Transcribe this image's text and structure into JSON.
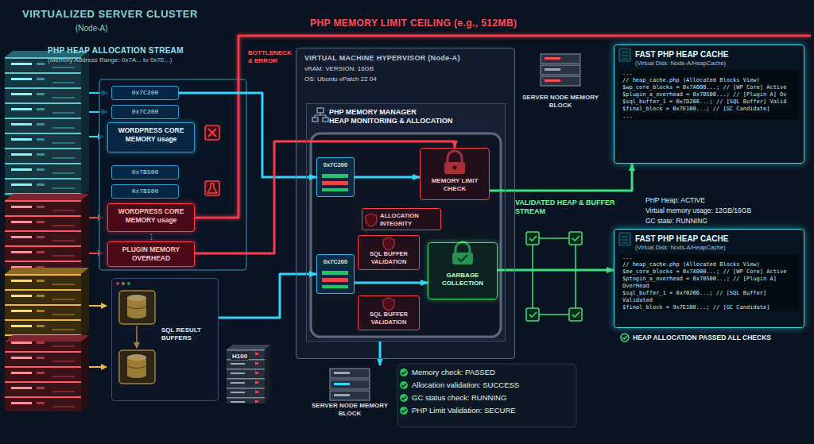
{
  "diagram": {
    "title": "VIRTUALIZED SERVER CLUSTER",
    "nodes": [
      {
        "text": [
          "PHP HEAP ALLOCATION STREAM",
          "(Memory Address Range: 0x7A... to 0x7E...)"
        ]
      },
      {
        "text": [
          "0x7C200"
        ],
        "in": 0
      },
      {
        "text": [
          "0x7C200"
        ],
        "in": 0
      },
      {
        "text": [
          "WORDPRESS CORE MEMORY usage"
        ],
        "in": 0
      },
      {
        "text": [
          "0x7B500"
        ],
        "in": 0
      },
      {
        "text": [
          "0x7B500"
        ],
        "in": 0
      },
      {
        "text": [
          "WORDPRESS CORE MEMORY usage"
        ],
        "in": 0
      },
      {
        "text": [
          "PLUGIN MEMORY OVERHEAD"
        ],
        "in": 0
      },
      {
        "text": [
          "SQL RESULT BUFFERS"
        ]
      },
      {
        "text": [
          "VIRTUAL MACHINE HYPERVISOR (Node-A)",
          "vRAM: VERSION: 16GB",
          "OS: Ubuntu vPatch 22 04"
        ]
      },
      {
        "text": [
          "PHP MEMORY MANAGER",
          "HEAP MONITORING & ALLOCATION"
        ],
        "in": 9
      },
      {
        "text": [
          "0x7C200"
        ],
        "in": 10
      },
      {
        "text": [
          "MEMORY LIMIT CHECK"
        ],
        "in": 10
      },
      {
        "text": [
          "ALLOCATION INTEGRITY"
        ],
        "in": 10
      },
      {
        "text": [
          "SQL BUFFER VALIDATION"
        ],
        "in": 10
      },
      {
        "text": [
          "0x7C200"
        ],
        "in": 10
      },
      {
        "text": [
          "SQL BUFFER VALIDATION"
        ],
        "in": 10
      },
      {
        "text": [
          "GARBAGE COLLECTION"
        ],
        "in": 10
      },
      {
        "text": [
          "SERVER NODE MEMORY BLOCK"
        ]
      },
      {
        "text": [
          "FAST PHP HEAP CACHE",
          "(Virtual Disk: Node-A/HeapCache)",
          "...",
          "// heap_cache.php (Allocated Blocks View)",
          "$wp_core_blocks = 0x7A000...; // [WP Core] Active",
          "$plugin_a_overhead = 0x70500...; // [Plugin A] Ov",
          "$sql_buffer_1 = 0x7D206...; // [SQL Buffer] Valid",
          "$final_block = 0x7E100...; // [GC Candidate]",
          "..."
        ]
      },
      {
        "text": [
          "FAST PHP HEAP CACHE",
          "(Virtual Disk: Nods-A/HeapCache)",
          "...",
          "// heap_cache.php (Allocated Blocks View)",
          "$ee_core_blocks = 0x7A000...; // [WP Core] Active",
          "$ptogin_a_overhead = 0x70500...; // [Plugin A] OverHead",
          "$sql_buffer_1 = 0x70206...; // [SQL Buffer] Validated",
          "$final_block = 9x7E100...; // [GC Candidate]"
        ]
      },
      {
        "text": [
          "SERVER NODE MEMORY BLOCK"
        ]
      }
    ],
    "edges": [
      {
        "from": 1,
        "to": 11,
        "arrow": "to"
      },
      {
        "from": 8,
        "to": 15,
        "arrow": "to"
      },
      {
        "from": 11,
        "to": 12,
        "arrow": "to"
      },
      {
        "from": 15,
        "to": 17,
        "arrow": "to"
      },
      {
        "from": 12,
        "to": 19,
        "arrow": "to"
      },
      {
        "from": 17,
        "to": 20,
        "arrow": "to"
      },
      {
        "from": 7,
        "to": 12,
        "arrow": "to"
      },
      {
        "from": 10,
        "to": 21,
        "arrow": "to"
      }
    ],
    "labels": [
      "(Node-A)",
      "PHP MEMORY LIMIT CEILING (e.g., 512MB)",
      "BOTTLENECK & ERROR",
      "⋮",
      "H100",
      "VALIDATED HEAP & BUFFER STREAM",
      "PHP Heap: ACTIVE",
      "Virtual memory usage: 12GB/16GB",
      "GC state: RUNNING",
      "HEAP ALLOCATION PASSED ALL CHECKS",
      "Memory check: PASSED",
      "Allocation validation: SUCCESS",
      "GC status check: RUNNING",
      "PHP Limit Validation: SECURE"
    ]
  }
}
